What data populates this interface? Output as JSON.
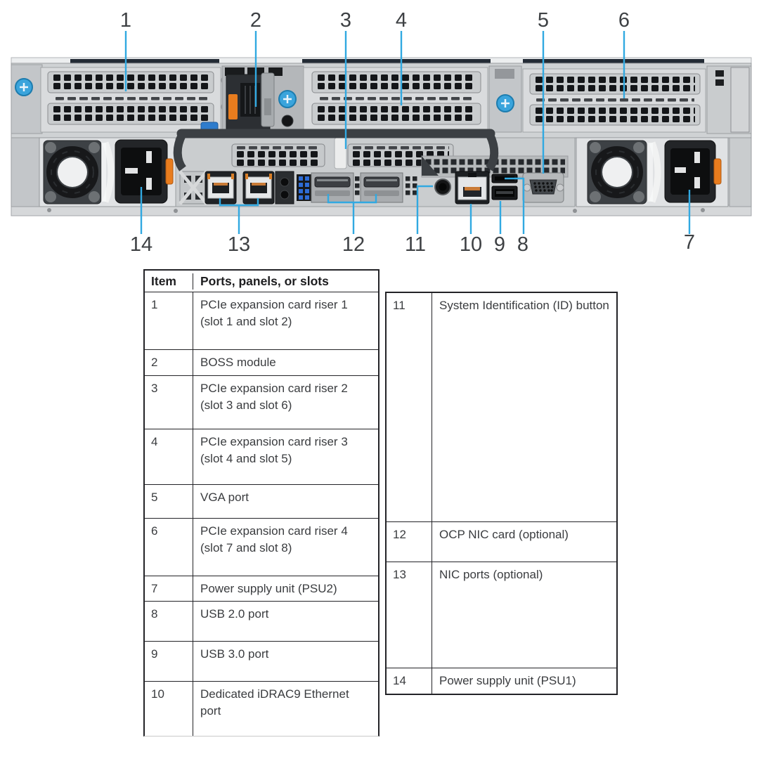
{
  "colors": {
    "leader_line": "#31a9e1",
    "thumbscrew_blue": "#3aa4dc",
    "release_tab_orange": "#e87c1e"
  },
  "callouts": {
    "top": [
      "1",
      "2",
      "3",
      "4",
      "5",
      "6"
    ],
    "bottom": [
      "14",
      "13",
      "12",
      "11",
      "10",
      "9",
      "8",
      "7"
    ]
  },
  "legend_table": {
    "header": {
      "item": "Item",
      "description": "Ports, panels, or slots"
    },
    "left_rows": [
      {
        "item": "1",
        "description": "PCIe expansion card riser 1 (slot 1 and slot 2)"
      },
      {
        "item": "2",
        "description": "BOSS module"
      },
      {
        "item": "3",
        "description": "PCIe expansion card riser 2 (slot 3 and slot 6)"
      },
      {
        "item": "4",
        "description": "PCIe expansion card riser 3 (slot 4 and slot 5)"
      },
      {
        "item": "5",
        "description": "VGA port"
      },
      {
        "item": "6",
        "description": "PCIe expansion card riser 4 (slot 7 and slot 8)"
      },
      {
        "item": "7",
        "description": "Power supply unit (PSU2)"
      },
      {
        "item": "8",
        "description": "USB 2.0 port"
      },
      {
        "item": "9",
        "description": "USB 3.0 port"
      },
      {
        "item": "10",
        "description": "Dedicated iDRAC9 Ethernet port"
      }
    ],
    "right_rows": [
      {
        "item": "11",
        "description": "System Identification (ID) button"
      },
      {
        "item": "12",
        "description": "OCP NIC card (optional)"
      },
      {
        "item": "13",
        "description": "NIC ports (optional)"
      },
      {
        "item": "14",
        "description": "Power supply unit (PSU1)"
      }
    ]
  }
}
